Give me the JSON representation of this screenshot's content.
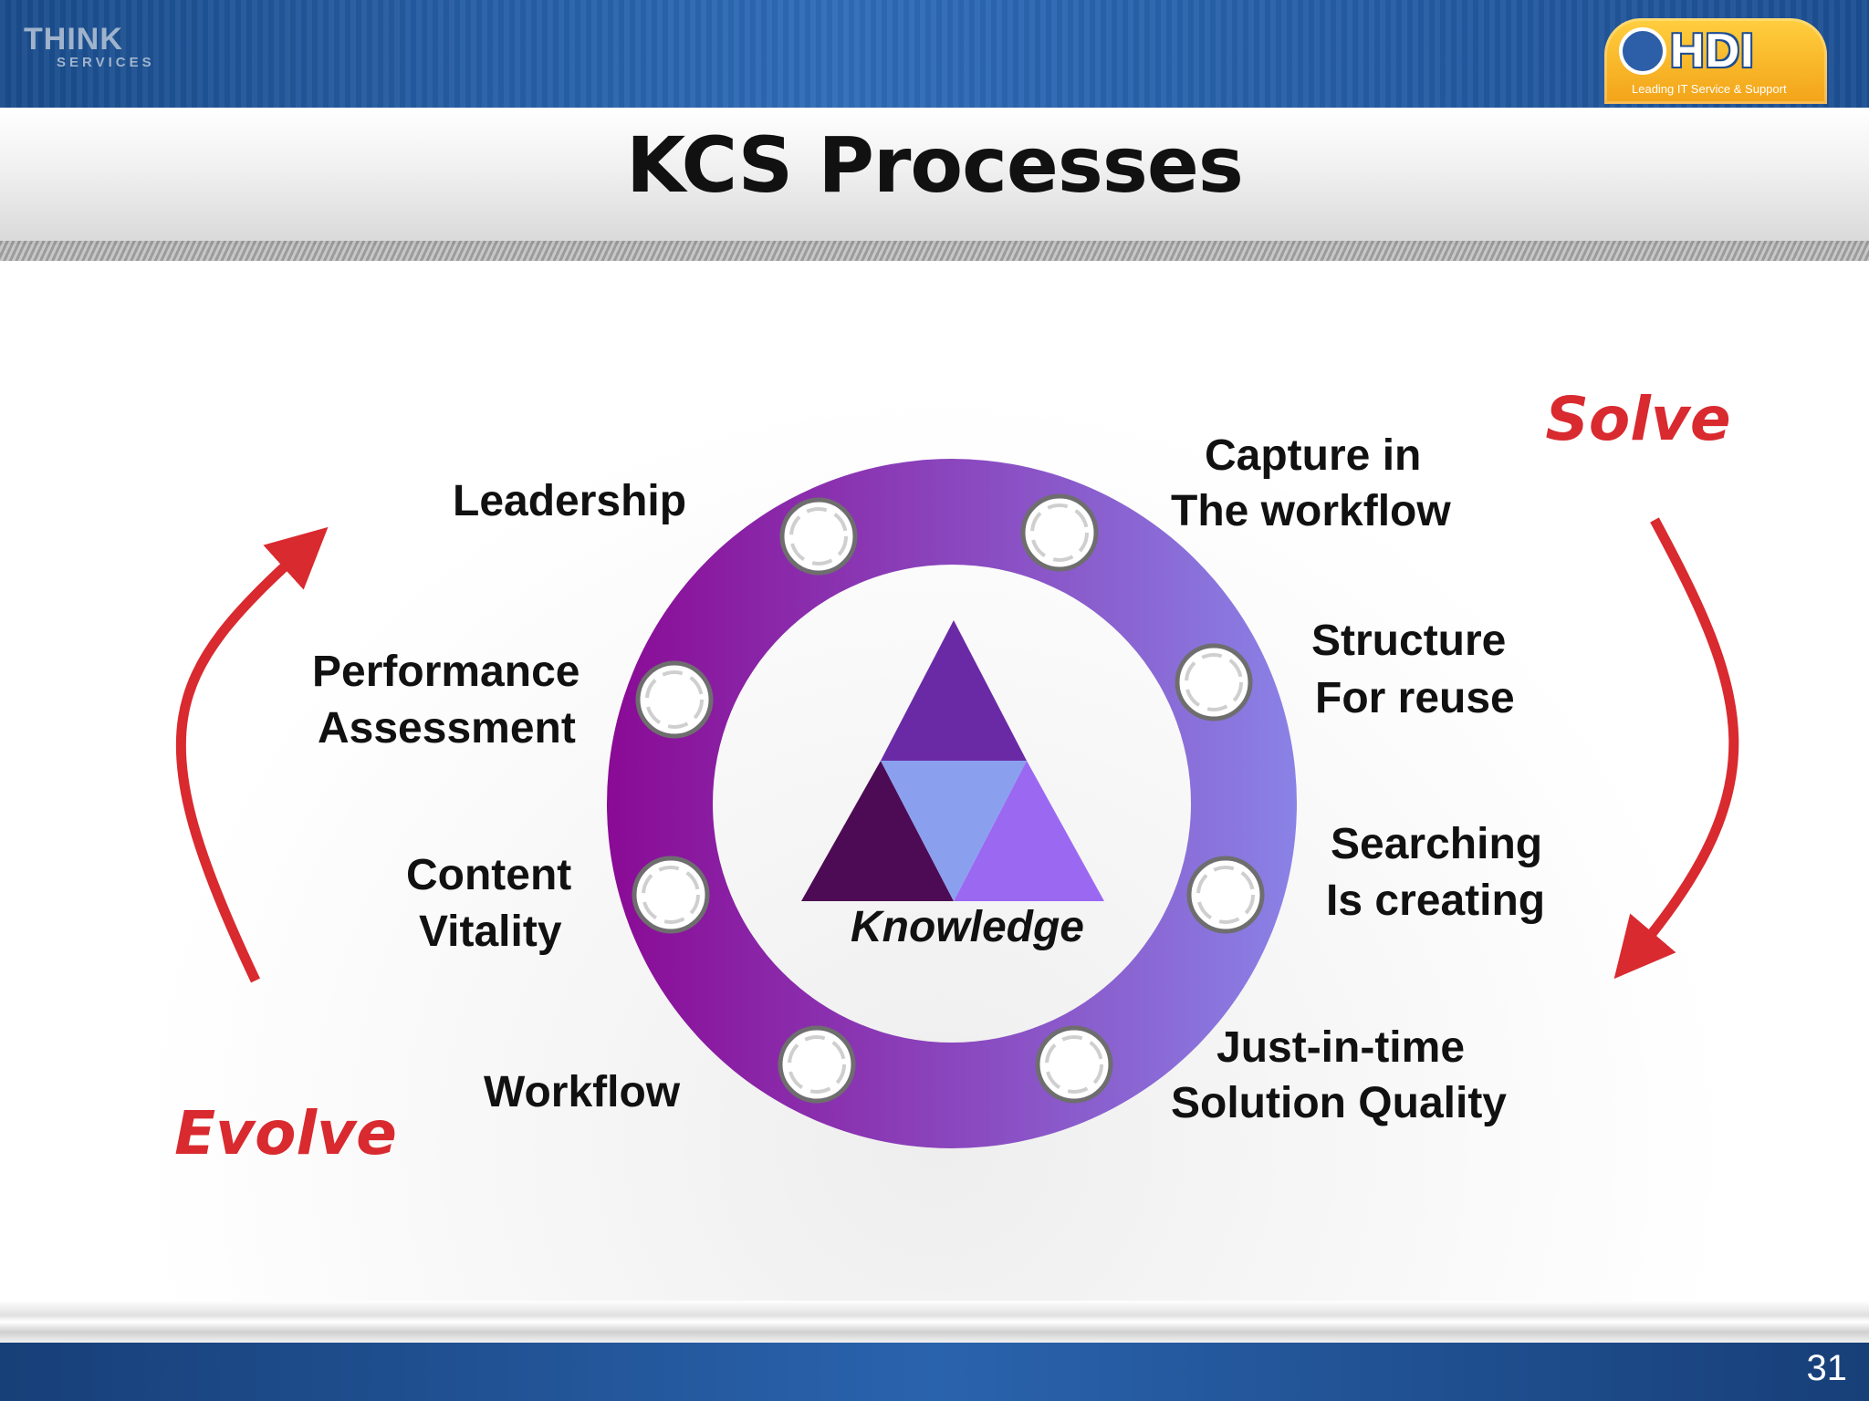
{
  "header": {
    "brand_left": "THINK",
    "brand_left_sub": "SERVICES",
    "brand_right": "HDI",
    "brand_right_tagline": "Leading IT Service & Support"
  },
  "title": "KCS Processes",
  "diagram": {
    "phases": {
      "solve": "Solve",
      "evolve": "Evolve"
    },
    "center_label": "Knowledge",
    "solve_practices": [
      [
        "Capture in",
        "The workflow"
      ],
      [
        "Structure",
        "For reuse"
      ],
      [
        "Searching",
        "Is creating"
      ],
      [
        "Just-in-time",
        "Solution Quality"
      ]
    ],
    "evolve_practices": [
      [
        "Leadership"
      ],
      [
        "Performance",
        "Assessment"
      ],
      [
        "Content",
        "Vitality"
      ],
      [
        "Workflow"
      ]
    ],
    "colors": {
      "ring_left": "#8a0a95",
      "ring_right": "#8a82e6",
      "arrow": "#d92a2f",
      "tri_top": "#6a2aa6",
      "tri_left": "#4d0b55",
      "tri_right": "#9b68f2",
      "tri_center": "#8aa0ef"
    }
  },
  "footer": {
    "page_number": "31"
  }
}
